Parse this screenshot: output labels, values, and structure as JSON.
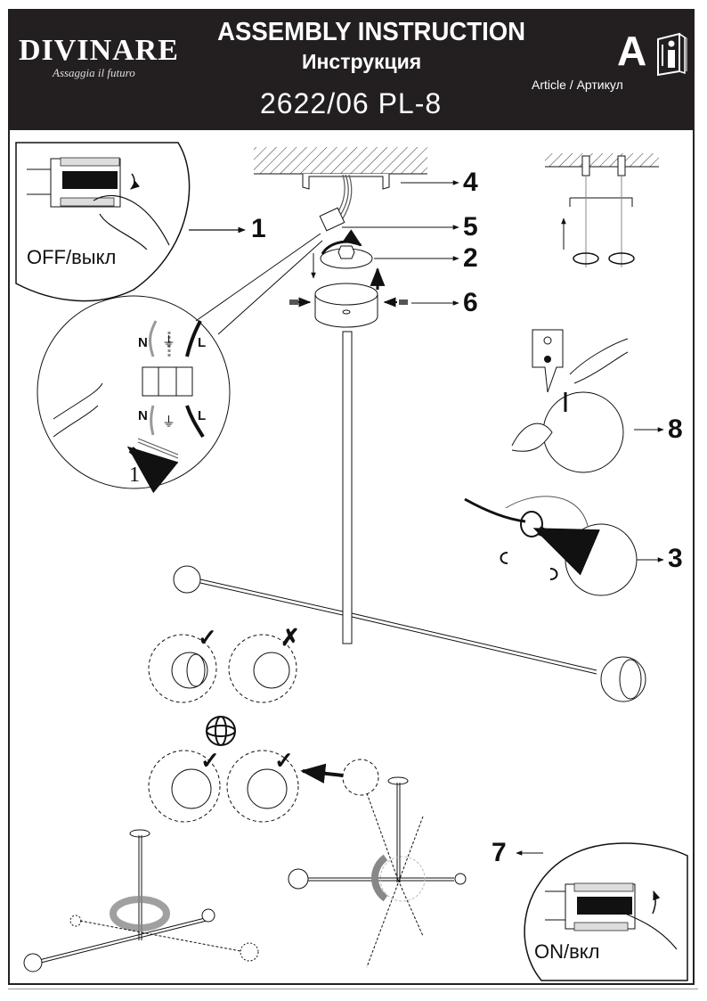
{
  "header": {
    "brand": "DIVINARE",
    "brand_tagline": "Assaggia il futuro",
    "title_en": "ASSEMBLY INSTRUCTION",
    "title_ru": "Инструкция",
    "article_number": "2622/06 PL-8",
    "article_label": "Article / Артикул",
    "doc_class_letter": "A",
    "manual_icon": "instruction-manual-icon"
  },
  "steps": [
    {
      "number": "1",
      "caption": "OFF/выкл",
      "depicts": "switching off circuit breaker"
    },
    {
      "number": "2",
      "depicts": "ceiling cup nut fixing"
    },
    {
      "number": "3",
      "depicts": "magnetic shade attachment"
    },
    {
      "number": "4",
      "depicts": "mounting bracket"
    },
    {
      "number": "5",
      "depicts": "terminal block connection"
    },
    {
      "number": "6",
      "depicts": "side screws of canopy"
    },
    {
      "number": "7",
      "caption": "ON/вкл",
      "depicts": "switching on circuit breaker"
    },
    {
      "number": "8",
      "depicts": "touch switch on shade"
    }
  ],
  "wiring": {
    "labels": {
      "neutral": "N",
      "live": "L",
      "earth": "⏚"
    },
    "step_marker": "1"
  },
  "marks": {
    "correct": "✓",
    "wrong": "✗"
  }
}
